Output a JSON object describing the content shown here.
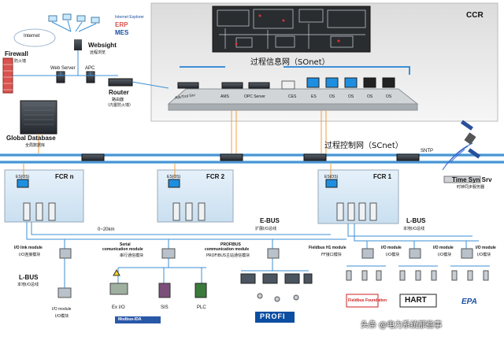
{
  "ccr": {
    "title": "CCR"
  },
  "sonet": {
    "label": "过程信息网（SOnet）"
  },
  "scnet": {
    "label": "过程控制网（SCnet）"
  },
  "ccr_stations": [
    "AdvTrol Srv",
    "AMS",
    "OPC Server",
    "CES",
    "ES",
    "OS",
    "OS",
    "OS",
    "OS"
  ],
  "it": {
    "internet": "Internet",
    "ie": "Internet Explorer",
    "erp": "ERP",
    "mes": "MES",
    "websight": {
      "en": "Websight",
      "cn": "远程浏览"
    },
    "firewall": {
      "en": "Firewall",
      "cn": "防火墙"
    },
    "web_server": "Web Server",
    "apc": "APC",
    "router": {
      "en": "Router",
      "cn1": "路由器",
      "cn2": "（内置防火墙）"
    },
    "global_db": {
      "en": "Global Database",
      "cn": "全局数据库"
    }
  },
  "sntp": "SNTP",
  "time_srv": {
    "en": "Time Syn Srv",
    "cn": "时钟同步服务器"
  },
  "fcr": [
    {
      "title": "FCR n",
      "es": "ES(OS)"
    },
    {
      "title": "FCR 2",
      "es": "ES(OS)"
    },
    {
      "title": "FCR 1",
      "es": "ES(OS)"
    }
  ],
  "distance": "0~20km",
  "ebus": {
    "en": "E-BUS",
    "cn": "扩展I/O总线"
  },
  "lbus_right": {
    "en": "L-BUS",
    "cn": "本地I/O总线"
  },
  "lbus_left": {
    "en": "L-BUS",
    "cn": "本地I/O总线"
  },
  "modules": {
    "io_link": {
      "en": "I/O link module",
      "cn": "I/O连接模块"
    },
    "serial": {
      "en1": "Serial",
      "en2": "comunication module",
      "cn": "串行通信模块"
    },
    "profibus": {
      "en1": "PROFIBUS",
      "en2": "communication module",
      "cn": "PROFIBUS主站通信模块"
    },
    "ff": {
      "en": "Fieldbus H1 module",
      "cn": "FF接口模块"
    },
    "io_1": {
      "en": "I/O module",
      "cn": "I/O模块"
    },
    "io_2": {
      "en": "I/O module",
      "cn": "I/O模块"
    },
    "io_3": {
      "en": "I/O module",
      "cn": "I/O模块"
    },
    "io_bottom": {
      "en": "I/O module",
      "cn": "I/O模块"
    }
  },
  "devices": {
    "ex_io": "Ex I/O",
    "sis": "SIS",
    "plc": "PLC"
  },
  "modbus": "Modbus-IDA",
  "profi": "PROFI",
  "logos": {
    "ff": "Fieldbus Foundation",
    "hart": "HART",
    "epa": "EPA"
  },
  "watermark": "头条 @电力系统那些事",
  "colors": {
    "bus": "#3b8fd6",
    "bus_light": "#9fd3f5",
    "panel": "#e8e8e8",
    "device_dark": "#2b2f36",
    "room": "#d6e9f7"
  }
}
